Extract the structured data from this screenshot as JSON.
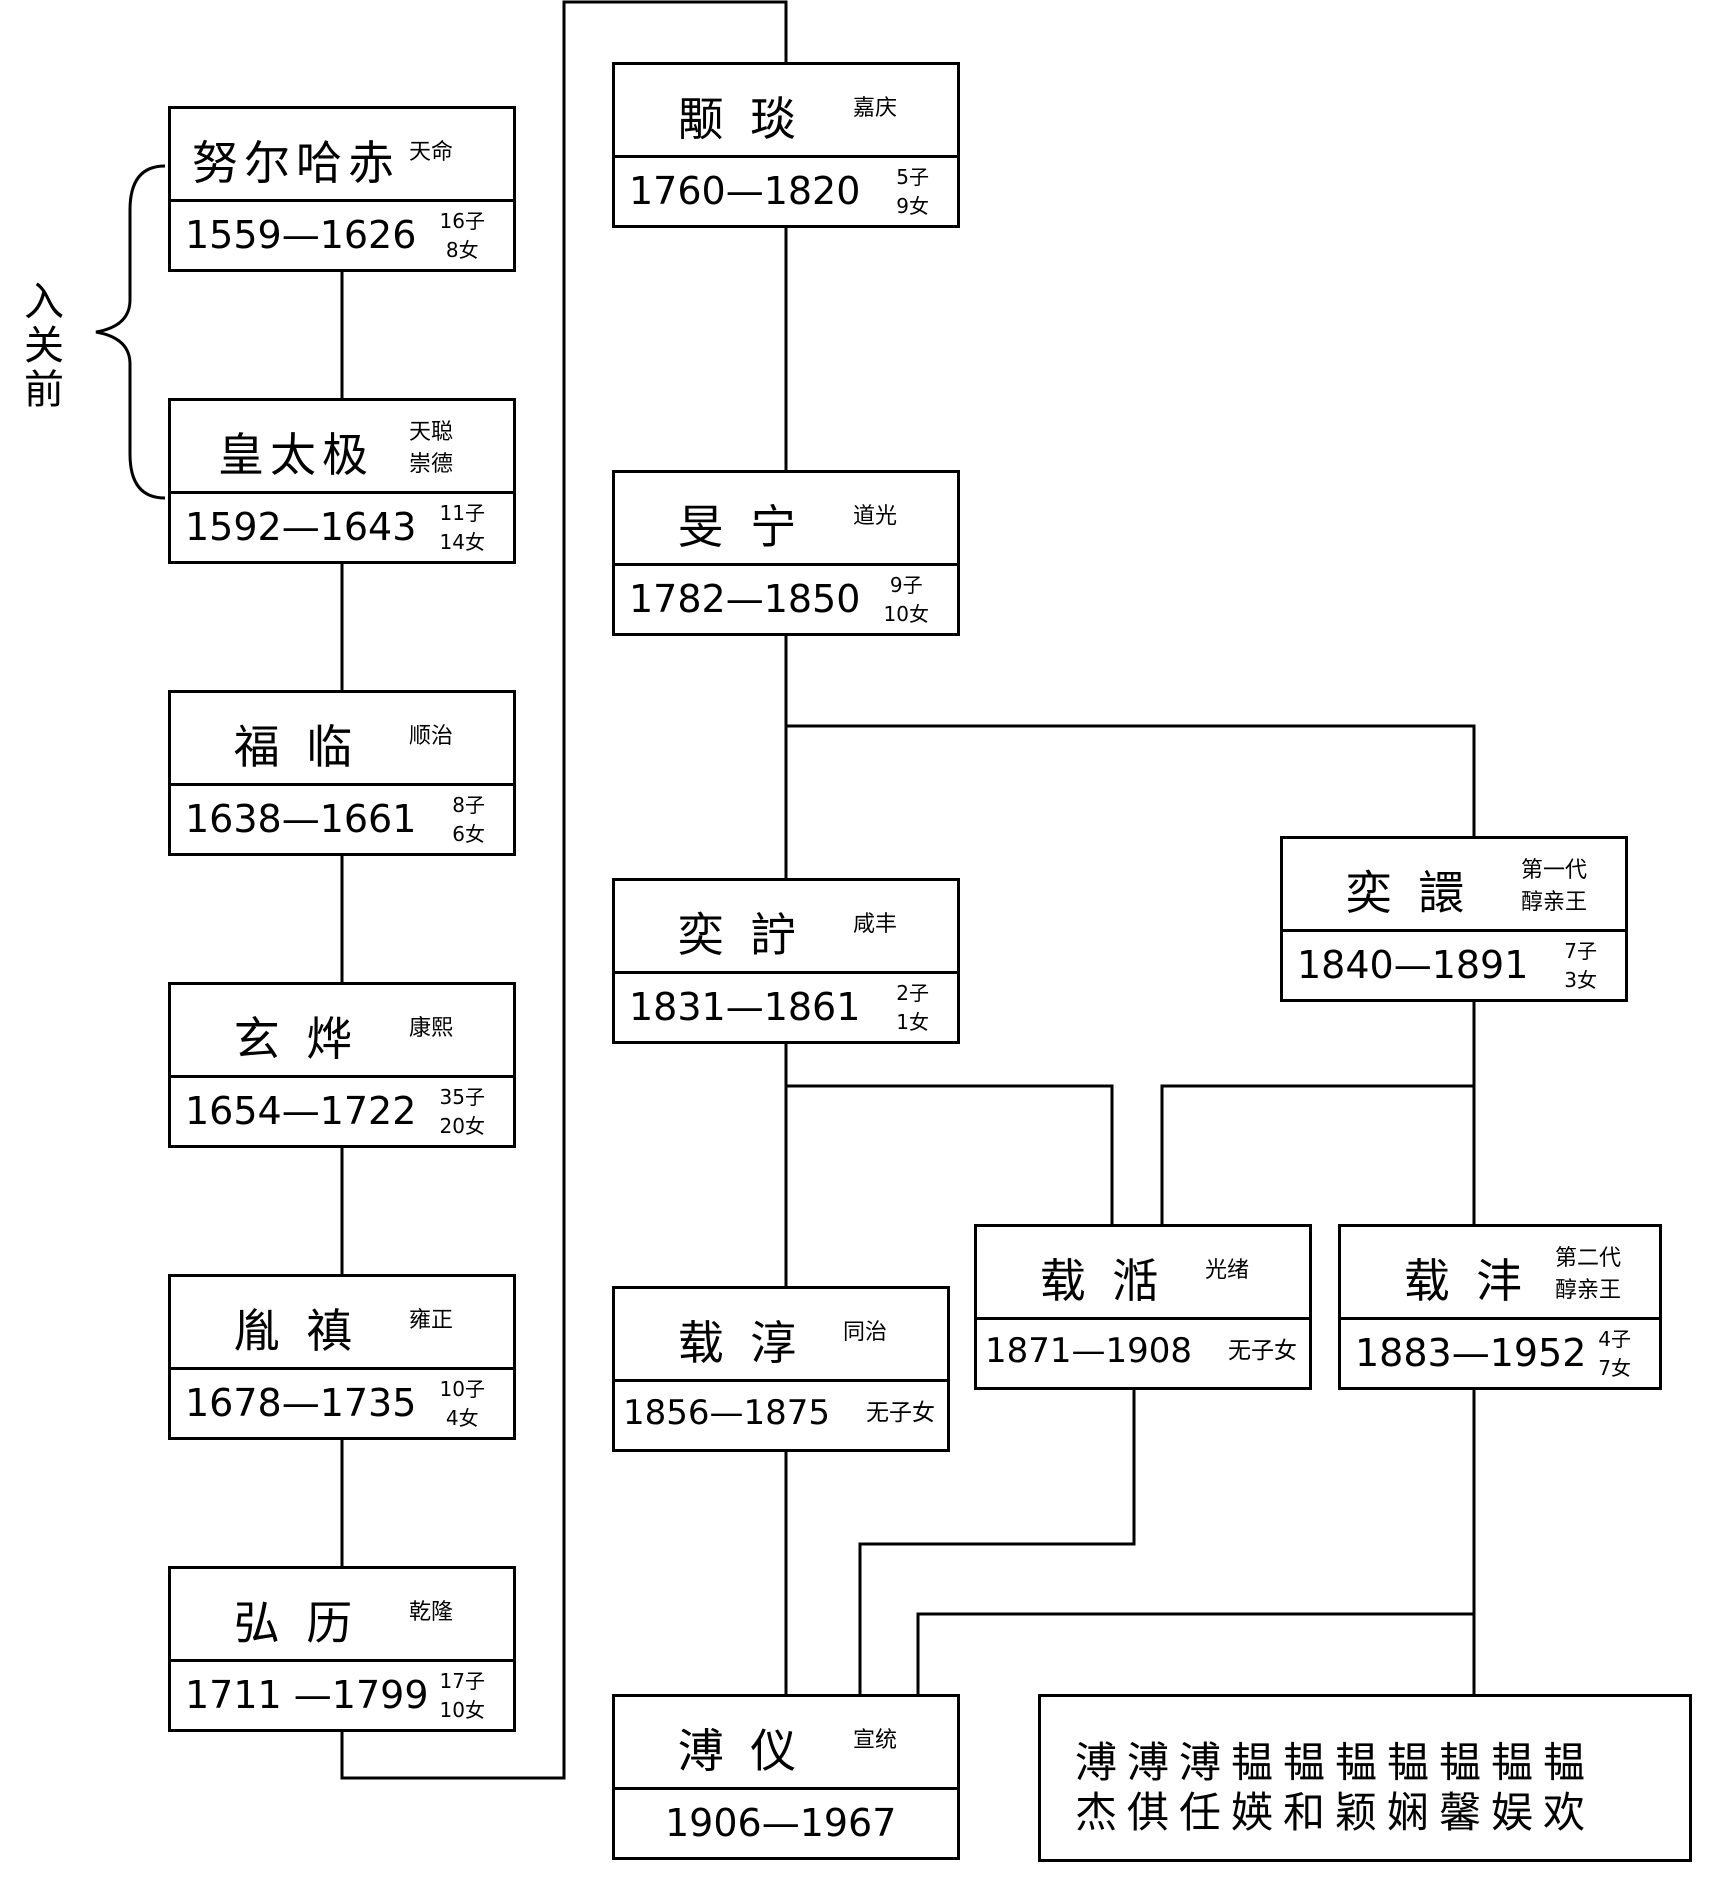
{
  "side_label": "入关前",
  "people": [
    {
      "id": "nurhaci",
      "name": "努尔哈赤",
      "era": [
        "天命"
      ],
      "years": "1559—1626",
      "children": [
        "16子",
        "8女"
      ]
    },
    {
      "id": "hongtaiji",
      "name": "皇太极",
      "era": [
        "天聪",
        "崇德"
      ],
      "years": "1592—1643",
      "children": [
        "11子",
        "14女"
      ]
    },
    {
      "id": "fulin",
      "name": "福 临",
      "era": [
        "顺治"
      ],
      "years": "1638—1661",
      "children": [
        "8子",
        "6女"
      ]
    },
    {
      "id": "xuanye",
      "name": "玄 烨",
      "era": [
        "康熙"
      ],
      "years": "1654—1722",
      "children": [
        "35子",
        "20女"
      ]
    },
    {
      "id": "yinzhen",
      "name": "胤 禛",
      "era": [
        "雍正"
      ],
      "years": "1678—1735",
      "children": [
        "10子",
        "4女"
      ]
    },
    {
      "id": "hongli",
      "name": "弘 历",
      "era": [
        "乾隆"
      ],
      "years": "1711 —1799",
      "children": [
        "17子",
        "10女"
      ]
    },
    {
      "id": "yongyan",
      "name": "颙 琰",
      "era": [
        "嘉庆"
      ],
      "years": "1760—1820",
      "children": [
        "5子",
        "9女"
      ]
    },
    {
      "id": "minning",
      "name": "旻 宁",
      "era": [
        "道光"
      ],
      "years": "1782—1850",
      "children": [
        "9子",
        "10女"
      ]
    },
    {
      "id": "yizhu",
      "name": "奕 詝",
      "era": [
        "咸丰"
      ],
      "years": "1831—1861",
      "children": [
        "2子",
        "1女"
      ]
    },
    {
      "id": "yixuan",
      "name": "奕 譞",
      "era": [
        "第一代",
        "醇亲王"
      ],
      "years": "1840—1891",
      "children": [
        "7子",
        "3女"
      ]
    },
    {
      "id": "zaichun",
      "name": "载 淳",
      "era": [
        "同治"
      ],
      "years": "1856—1875",
      "children": [
        "无子女"
      ]
    },
    {
      "id": "zaitian",
      "name": "载 湉",
      "era": [
        "光绪"
      ],
      "years": "1871—1908",
      "children": [
        "无子女"
      ]
    },
    {
      "id": "zaifeng",
      "name": "载 沣",
      "era": [
        "第二代",
        "醇亲王"
      ],
      "years": "1883—1952",
      "children": [
        "4子",
        "7女"
      ]
    },
    {
      "id": "puyi",
      "name": "溥 仪",
      "era": [
        "宣统"
      ],
      "years": "1906—1967",
      "children": []
    }
  ],
  "siblings": {
    "row1": "溥溥溥韫韫韫韫韫韫韫",
    "row2": "杰倛任媖和颖娴馨娱欢"
  }
}
